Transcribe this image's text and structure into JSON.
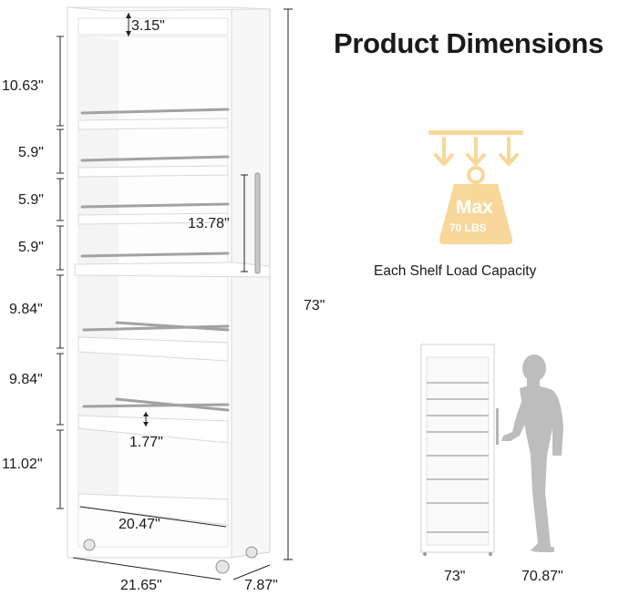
{
  "header": {
    "title": "Product Dimensions"
  },
  "capacity": {
    "badge_main": "Max",
    "badge_sub": "70 LBS",
    "caption": "Each Shelf Load Capacity",
    "accent": "#F8D79A",
    "accent_text": "#ffffff"
  },
  "dimensions": {
    "top_clearance": "3.15\"",
    "left_heights": [
      "10.63\"",
      "5.9\"",
      "5.9\"",
      "5.9\"",
      "9.84\"",
      "9.84\"",
      "11.02\""
    ],
    "handle": "13.78\"",
    "total_height": "73\"",
    "shelf_lip": "1.77\"",
    "inner_width": "20.47\"",
    "width": "21.65\"",
    "depth": "7.87\""
  },
  "comparison": {
    "cabinet_height": "73\"",
    "person_height": "70.87\""
  },
  "colors": {
    "cabinet": "#ffffff",
    "cabinet_edge": "#d8d8d8",
    "rail": "#9c9c9c",
    "silhouette": "#bdbdbd",
    "line": "#1f1f1f"
  }
}
